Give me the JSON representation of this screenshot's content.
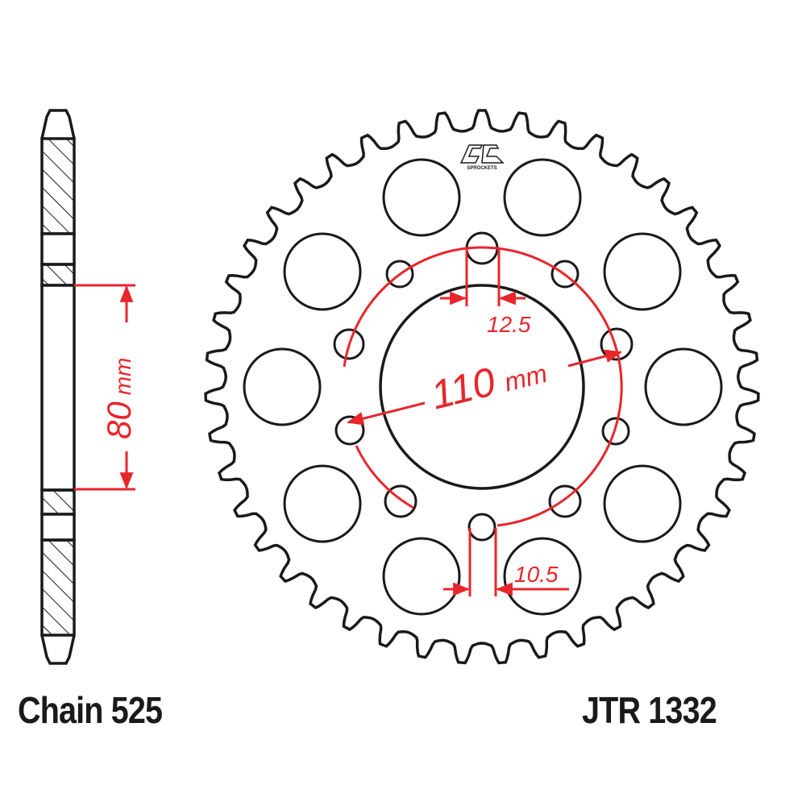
{
  "title": "Rear sprocket technical drawing",
  "brand_logo": {
    "icon": "jt-sprockets-logo",
    "text": "SPROCKETS"
  },
  "captions": {
    "chain": "Chain 525",
    "part_number": "JTR 1332"
  },
  "dimensions": {
    "center_bore": {
      "value": "80",
      "unit": "mm"
    },
    "pcd": {
      "value": "110",
      "unit": "mm"
    },
    "bolt_hole_upper": {
      "value": "12.5"
    },
    "bolt_hole_lower": {
      "value": "10.5"
    }
  },
  "sprocket": {
    "teeth": 43
  },
  "colors": {
    "outline": "#1a1a1a",
    "dimension": "#e8262b",
    "background": "#ffffff"
  }
}
